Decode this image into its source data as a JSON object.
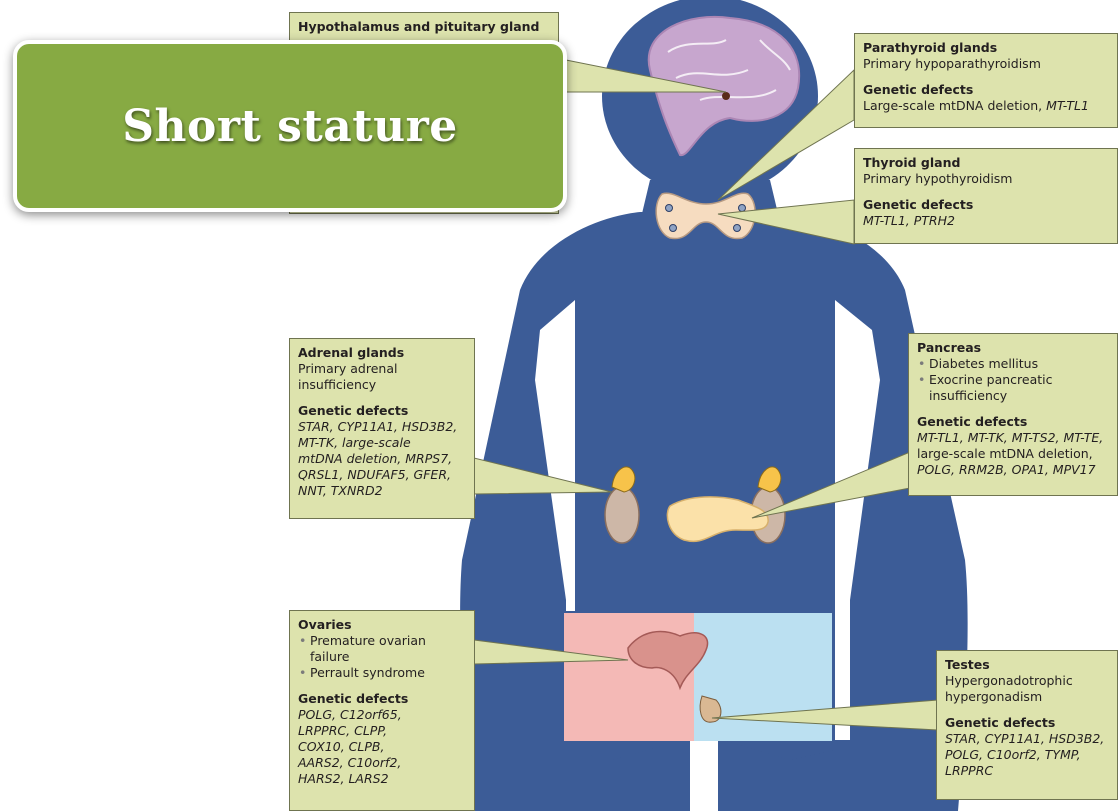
{
  "banner": {
    "title": "Short stature"
  },
  "callouts": {
    "hypothalamus": {
      "title": "Hypothalamus and pituitary gland"
    },
    "parathyroid": {
      "title": "Parathyroid glands",
      "condition": "Primary hypoparathyroidism",
      "genetic_title": "Genetic defects",
      "genetic_text": "Large-scale mtDNA deletion,",
      "genetic_genes": "MT-TL1"
    },
    "thyroid": {
      "title": "Thyroid gland",
      "condition": "Primary hypothyroidism",
      "genetic_title": "Genetic defects",
      "genes": "MT-TL1, PTRH2"
    },
    "adrenal": {
      "title": "Adrenal glands",
      "condition_lines": [
        "Primary adrenal",
        "insufficiency"
      ],
      "genetic_title": "Genetic defects",
      "lines": [
        "STAR, CYP11A1, HSD3B2,",
        "MT-TK, large-scale",
        "mtDNA deletion, MRPS7,",
        "QRSL1, NDUFAF5, GFER,",
        "NNT, TXNRD2"
      ]
    },
    "pancreas": {
      "title": "Pancreas",
      "bullets": [
        "Diabetes mellitus",
        "Exocrine pancreatic insufficiency"
      ],
      "genetic_title": "Genetic defects",
      "lines": [
        "MT-TL1, MT-TK, MT-TS2, MT-TE,",
        "large-scale mtDNA deletion,",
        "POLG, RRM2B, OPA1, MPV17"
      ]
    },
    "ovaries": {
      "title": "Ovaries",
      "bullets": [
        "Premature ovarian failure",
        "Perrault syndrome"
      ],
      "genetic_title": "Genetic defects",
      "lines": [
        "POLG, C12orf65,",
        "LRPPRC, CLPP,",
        "COX10, CLPB,",
        "AARS2, C10orf2,",
        "HARS2, LARS2"
      ]
    },
    "testes": {
      "title": "Testes",
      "condition_lines": [
        "Hypergonadotrophic",
        "hypergonadism"
      ],
      "genetic_title": "Genetic defects",
      "lines": [
        "STAR, CYP11A1, HSD3B2,",
        "POLG, C10orf2, TYMP,",
        "LRPPRC"
      ]
    }
  },
  "colors": {
    "body": "#3c5c97",
    "callout_fill": "#dde3ad",
    "banner": "#87aa43",
    "brain": "#c7a6ce",
    "organ": "#f6dcc0",
    "female_region": "#f4b9b6",
    "male_region": "#bbe0f1"
  }
}
